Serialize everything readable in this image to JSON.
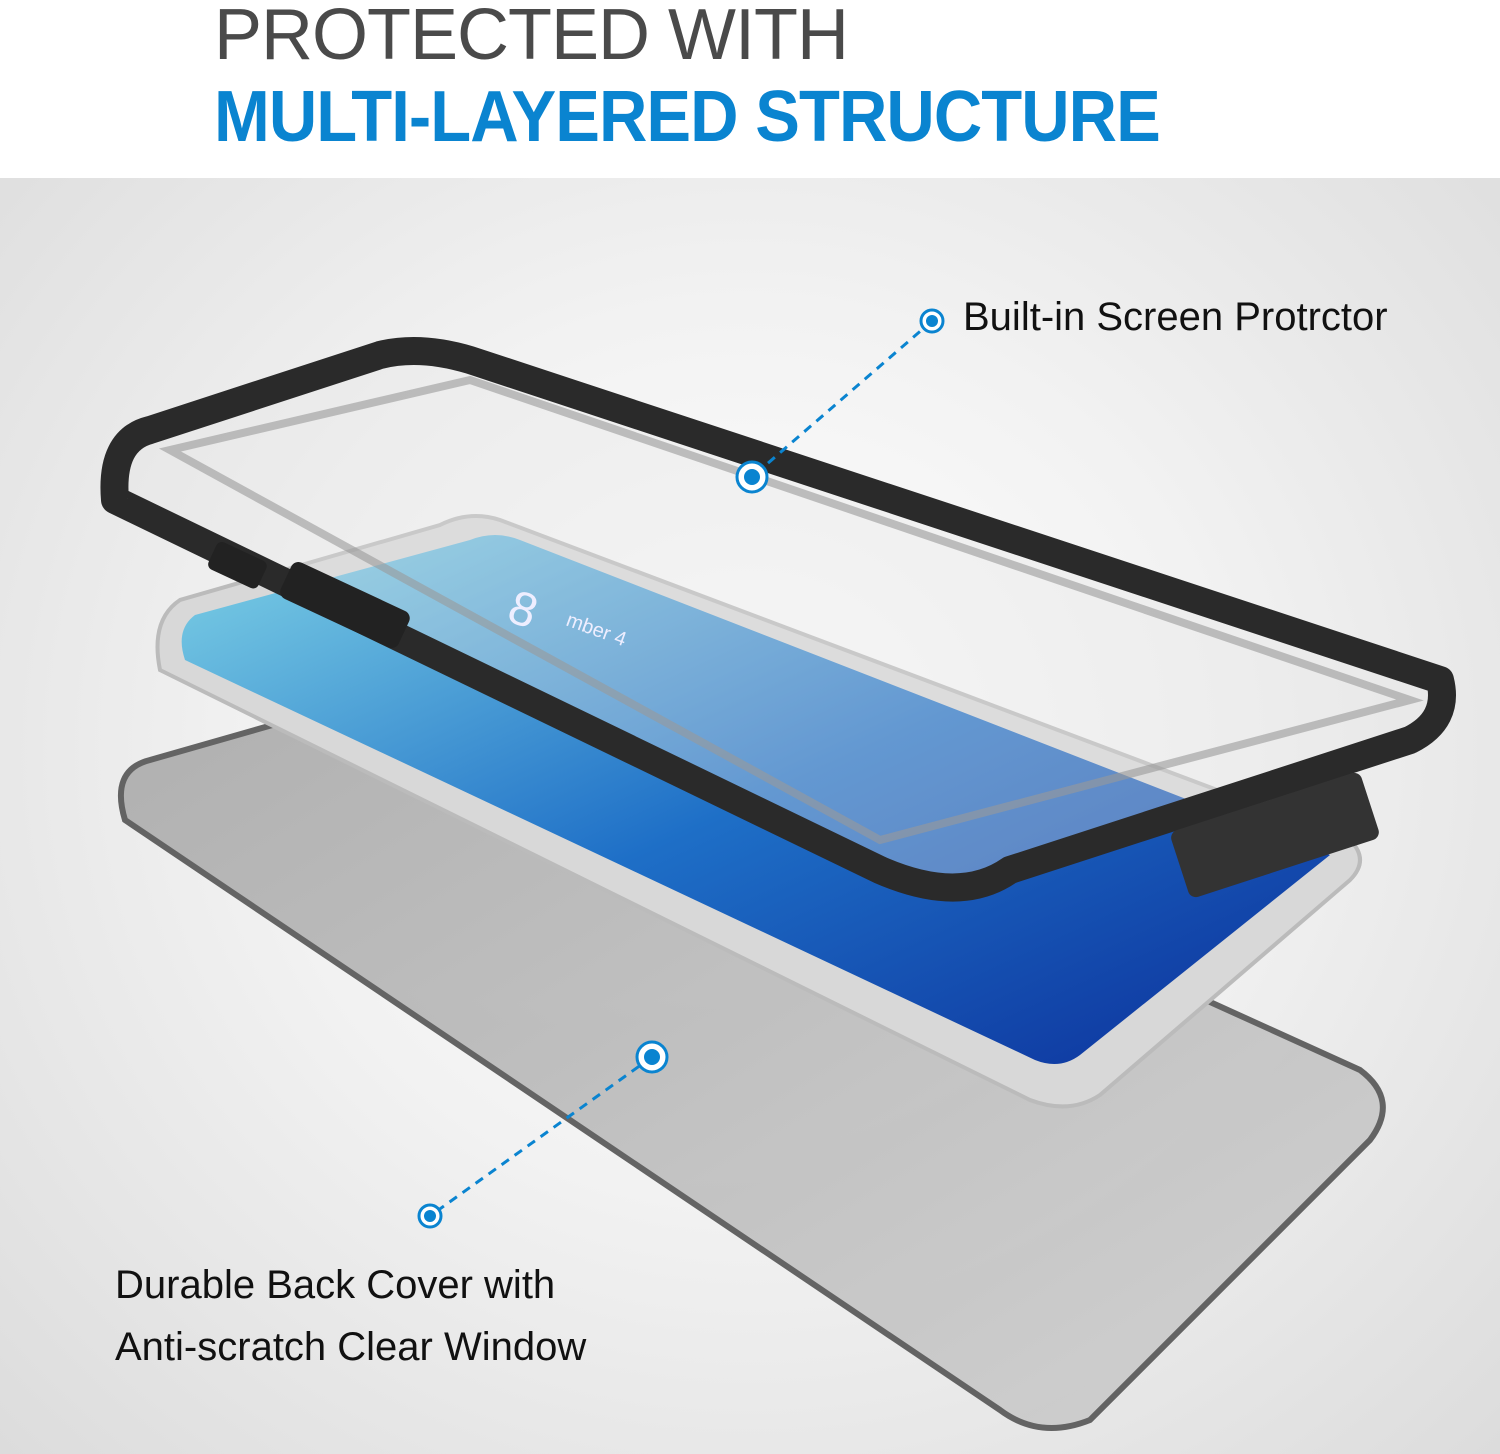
{
  "heading": {
    "line1": "PROTECTED WITH",
    "line2": "MULTI-LAYERED STRUCTURE"
  },
  "callouts": [
    {
      "label": "Built-in Screen Protrctor"
    },
    {
      "label_line1": "Durable Back Cover with",
      "label_line2": "Anti-scratch Clear Window"
    }
  ],
  "phone_screen": {
    "time": "8",
    "date": "mber 4"
  },
  "colors": {
    "accent": "#0a84d0",
    "heading_gray": "#4a4a4a",
    "frame": "#2a2a2a"
  }
}
